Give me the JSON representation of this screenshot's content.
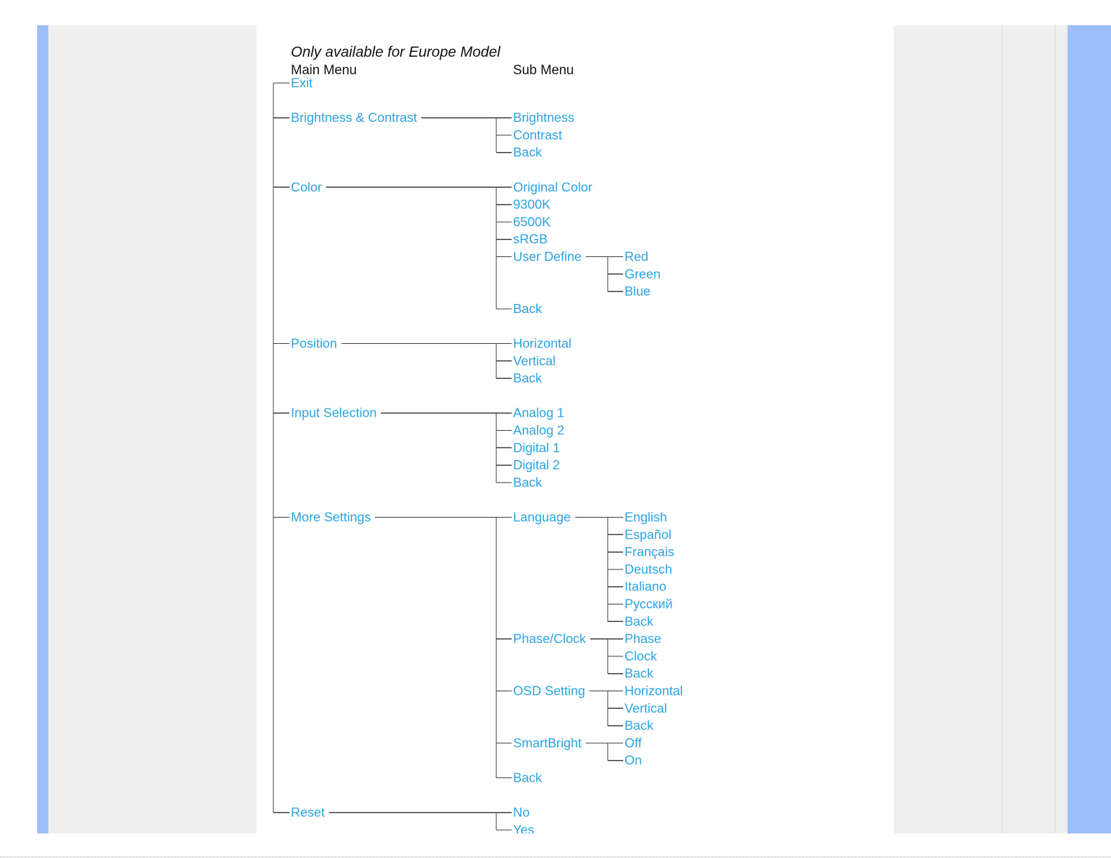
{
  "note": "Only available for Europe Model",
  "headers": {
    "main": "Main Menu",
    "sub": "Sub Menu"
  },
  "colors": {
    "link": "#2aa3e3",
    "line": "#3a3a3a",
    "sidebar": "#9dbff9",
    "panel": "#efefef"
  },
  "menu": [
    {
      "label": "Exit",
      "children": []
    },
    {
      "label": "Brightness & Contrast",
      "children": [
        {
          "label": "Brightness"
        },
        {
          "label": "Contrast"
        },
        {
          "label": "Back"
        }
      ]
    },
    {
      "label": "Color",
      "children": [
        {
          "label": "Original Color"
        },
        {
          "label": "9300K"
        },
        {
          "label": "6500K"
        },
        {
          "label": "sRGB"
        },
        {
          "label": "User Define",
          "children": [
            {
              "label": "Red"
            },
            {
              "label": "Green"
            },
            {
              "label": "Blue"
            }
          ]
        },
        {
          "label": "Back"
        }
      ]
    },
    {
      "label": "Position",
      "children": [
        {
          "label": "Horizontal"
        },
        {
          "label": "Vertical"
        },
        {
          "label": "Back"
        }
      ]
    },
    {
      "label": "Input Selection",
      "children": [
        {
          "label": "Analog 1"
        },
        {
          "label": "Analog 2"
        },
        {
          "label": "Digital 1"
        },
        {
          "label": "Digital 2"
        },
        {
          "label": "Back"
        }
      ]
    },
    {
      "label": "More Settings",
      "children": [
        {
          "label": "Language",
          "children": [
            {
              "label": "English"
            },
            {
              "label": "Español"
            },
            {
              "label": "Français"
            },
            {
              "label": "Deutsch"
            },
            {
              "label": "Italiano"
            },
            {
              "label": "Русский"
            },
            {
              "label": "Back"
            }
          ]
        },
        {
          "label": "Phase/Clock",
          "children": [
            {
              "label": "Phase"
            },
            {
              "label": "Clock"
            },
            {
              "label": "Back"
            }
          ]
        },
        {
          "label": "OSD Setting",
          "children": [
            {
              "label": "Horizontal"
            },
            {
              "label": "Vertical"
            },
            {
              "label": "Back"
            }
          ]
        },
        {
          "label": "SmartBright",
          "children": [
            {
              "label": "Off"
            },
            {
              "label": "On"
            }
          ]
        },
        {
          "label": "Back"
        }
      ]
    },
    {
      "label": "Reset",
      "children": [
        {
          "label": "No"
        },
        {
          "label": "Yes"
        }
      ]
    }
  ]
}
